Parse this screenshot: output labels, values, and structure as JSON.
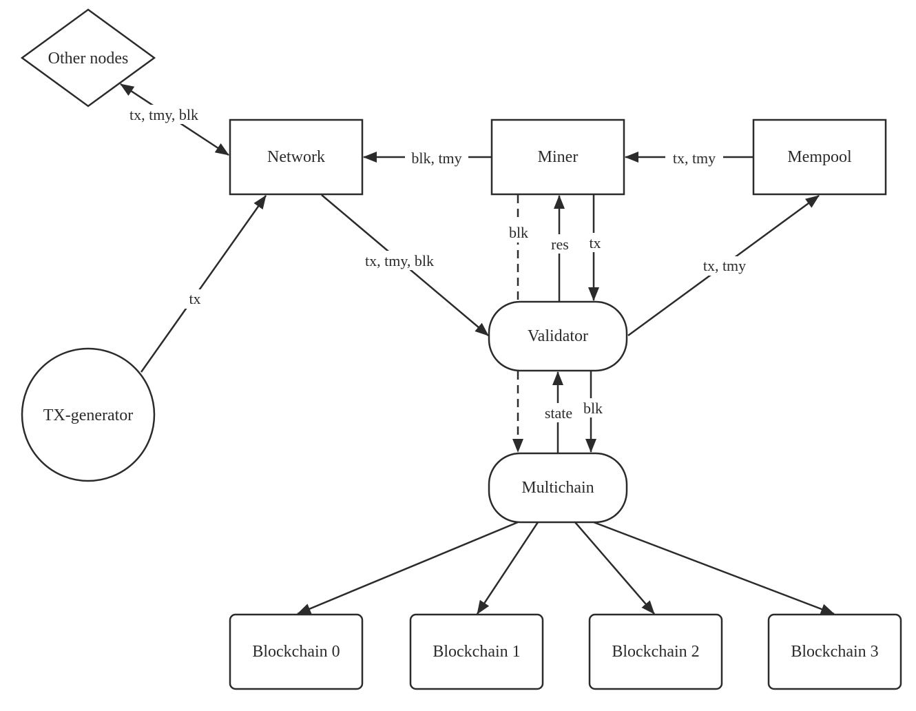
{
  "nodes": {
    "other_nodes": "Other nodes",
    "network": "Network",
    "miner": "Miner",
    "mempool": "Mempool",
    "validator": "Validator",
    "tx_generator": "TX-generator",
    "multichain": "Multichain",
    "blockchain_0": "Blockchain 0",
    "blockchain_1": "Blockchain 1",
    "blockchain_2": "Blockchain 2",
    "blockchain_3": "Blockchain 3"
  },
  "edges": {
    "other_network": "tx, tmy, blk",
    "miner_network": "blk, tmy",
    "mempool_miner": "tx, tmy",
    "txgen_network": "tx",
    "network_validator": "tx, tmy, blk",
    "miner_validator_dashed": "blk",
    "validator_miner": "res",
    "miner_validator": "tx",
    "validator_mempool": "tx, tmy",
    "multichain_validator": "state",
    "validator_multichain": "blk"
  },
  "colors": {
    "stroke": "#2b2b2b",
    "background": "#ffffff"
  }
}
